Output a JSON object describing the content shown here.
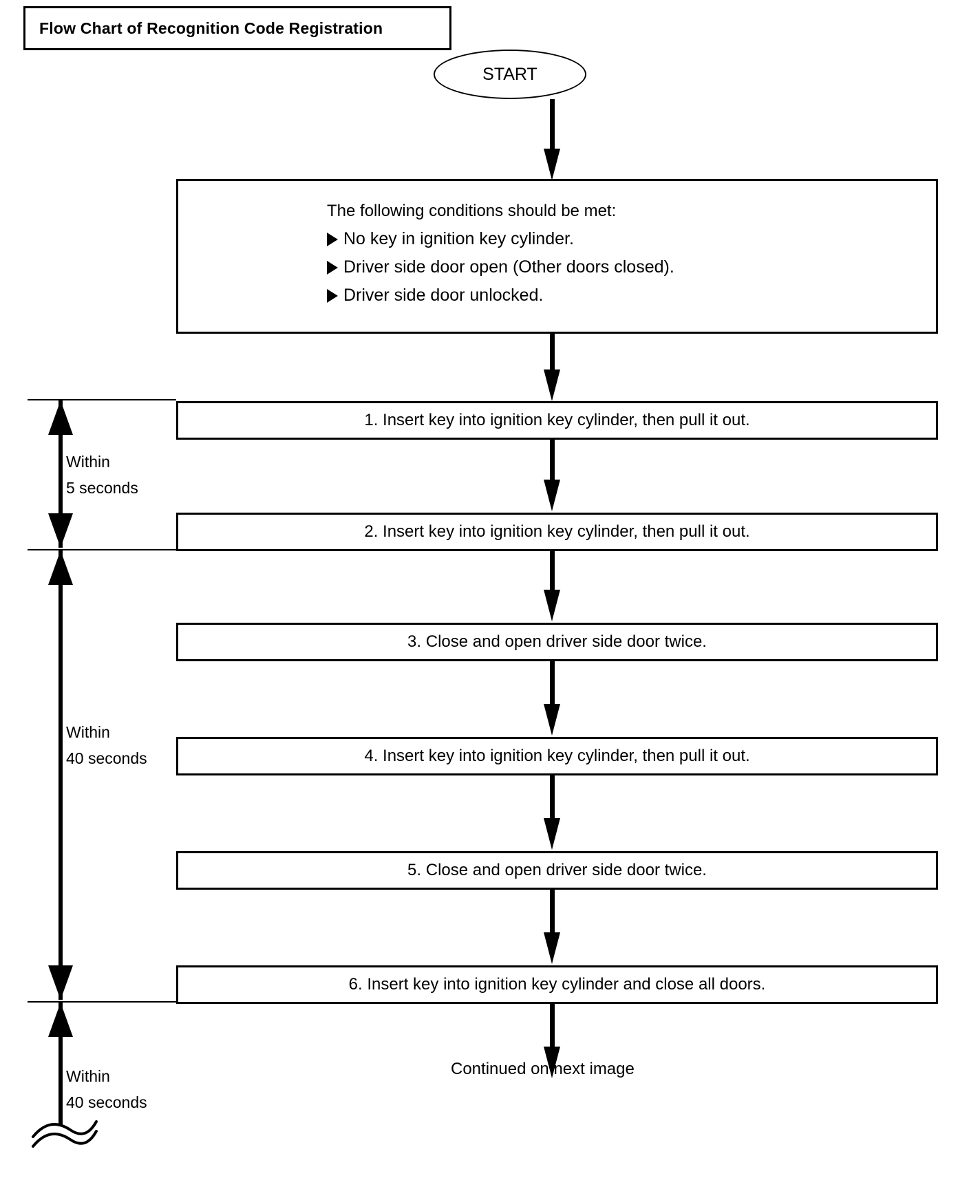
{
  "title": {
    "label": "Flow Chart of Recognition Code Registration"
  },
  "terminator": {
    "start_label": "START"
  },
  "conditions": {
    "heading": "The following conditions should be met:",
    "items": [
      "No key in ignition key cylinder.",
      "Driver side door open (Other doors closed).",
      "Driver side door unlocked."
    ]
  },
  "steps": [
    {
      "label": "1. Insert key into ignition key cylinder, then pull it out."
    },
    {
      "label": "2. Insert key into ignition key cylinder, then pull it out."
    },
    {
      "label": "3. Close and open driver side door twice."
    },
    {
      "label": "4. Insert key into ignition key cylinder, then pull it out."
    },
    {
      "label": "5. Close and open driver side door twice."
    },
    {
      "label": "6. Insert key into ignition key cylinder and close all doors."
    }
  ],
  "brackets": [
    {
      "line1": "Within",
      "line2": "5 seconds"
    },
    {
      "line1": "Within",
      "line2": "40 seconds"
    },
    {
      "line1": "Within",
      "line2": "40 seconds"
    }
  ],
  "footer": {
    "continued_label": "Continued on next image"
  },
  "colors": {
    "stroke": "#000000",
    "background": "#ffffff"
  },
  "chart_data": {
    "type": "flowchart",
    "title": "Flow Chart of Recognition Code Registration",
    "orientation": "top-to-bottom",
    "nodes": [
      {
        "id": "start",
        "shape": "oval",
        "text": "START"
      },
      {
        "id": "cond",
        "shape": "rectangle",
        "text": "The following conditions should be met: No key in ignition key cylinder. Driver side door open (Other doors closed). Driver side door unlocked."
      },
      {
        "id": "s1",
        "shape": "rectangle",
        "text": "1. Insert key into ignition key cylinder, then pull it out."
      },
      {
        "id": "s2",
        "shape": "rectangle",
        "text": "2. Insert key into ignition key cylinder, then pull it out."
      },
      {
        "id": "s3",
        "shape": "rectangle",
        "text": "3. Close and open driver side door twice."
      },
      {
        "id": "s4",
        "shape": "rectangle",
        "text": "4. Insert key into ignition key cylinder, then pull it out."
      },
      {
        "id": "s5",
        "shape": "rectangle",
        "text": "5. Close and open driver side door twice."
      },
      {
        "id": "s6",
        "shape": "rectangle",
        "text": "6. Insert key into ignition key cylinder and close all doors."
      },
      {
        "id": "cont",
        "shape": "text",
        "text": "Continued on next image"
      }
    ],
    "edges": [
      {
        "from": "start",
        "to": "cond"
      },
      {
        "from": "cond",
        "to": "s1"
      },
      {
        "from": "s1",
        "to": "s2"
      },
      {
        "from": "s2",
        "to": "s3"
      },
      {
        "from": "s3",
        "to": "s4"
      },
      {
        "from": "s4",
        "to": "s5"
      },
      {
        "from": "s5",
        "to": "s6"
      },
      {
        "from": "s6",
        "to": "cont"
      }
    ],
    "annotations": [
      {
        "label": "Within 5 seconds",
        "spans": [
          "s1",
          "s2"
        ]
      },
      {
        "label": "Within 40 seconds",
        "spans": [
          "s2",
          "s6"
        ]
      },
      {
        "label": "Within 40 seconds",
        "spans": [
          "s6",
          "cont"
        ]
      }
    ]
  }
}
